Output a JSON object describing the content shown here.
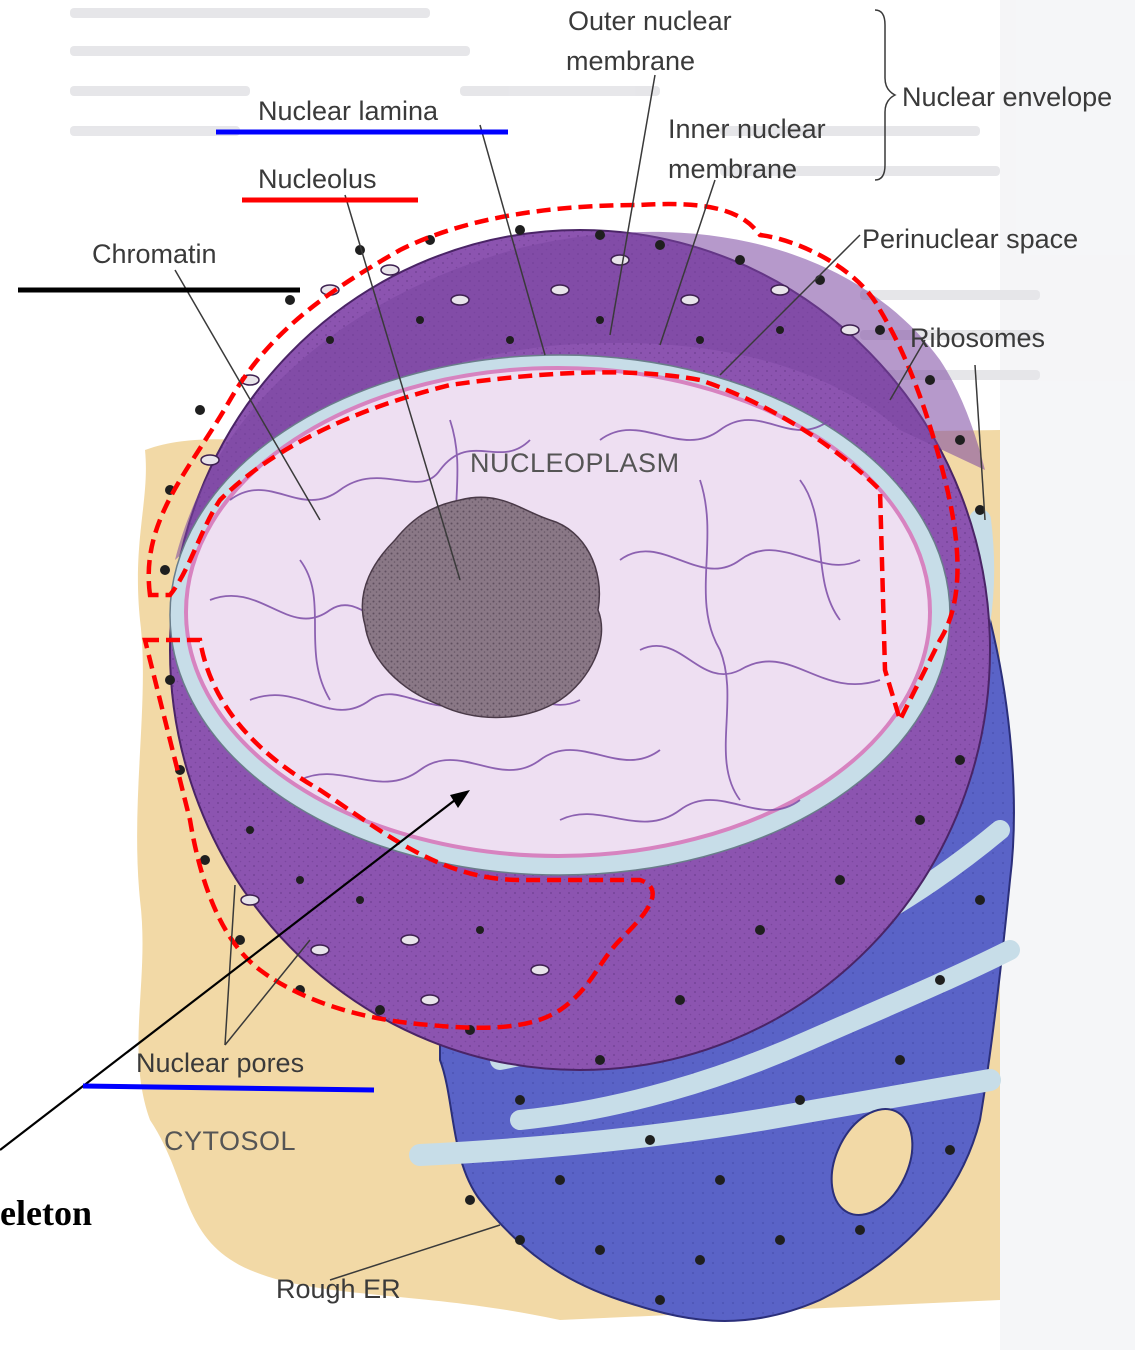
{
  "labels": {
    "outer_nuclear_membrane_1": "Outer nuclear",
    "outer_nuclear_membrane_2": "membrane",
    "nuclear_envelope": "Nuclear envelope",
    "nuclear_lamina": "Nuclear lamina",
    "inner_nuclear_membrane_1": "Inner nuclear",
    "inner_nuclear_membrane_2": "membrane",
    "nucleolus": "Nucleolus",
    "chromatin": "Chromatin",
    "perinuclear_space": "Perinuclear space",
    "ribosomes": "Ribosomes",
    "nucleoplasm": "NUCLEOPLASM",
    "nuclear_pores": "Nuclear pores",
    "cytosol": "CYTOSOL",
    "rough_er": "Rough ER",
    "skeleton_fragment": "eleton"
  },
  "colors": {
    "cytosol": "#f2d9a6",
    "nucleus_outer": "#8c54b0",
    "nucleus_dark": "#6e3d94",
    "perinuclear": "#c7dde8",
    "nucleoplasm": "#eedff2",
    "lamina": "#d783c0",
    "nucleolus": "#8a7886",
    "rough_er": "#5a63c7",
    "ribosome": "#1f1f1f",
    "highlight_red": "#ff0000",
    "highlight_blue": "#0000ff",
    "highlight_black": "#000000"
  }
}
